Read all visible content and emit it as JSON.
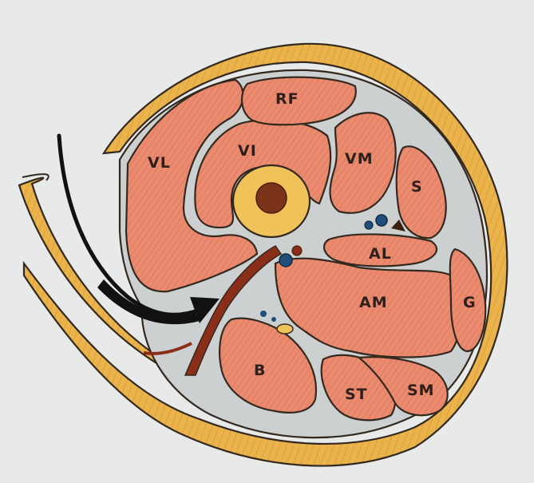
{
  "colors": {
    "background": "#e8e9e9",
    "fat": "#e9b24a",
    "muscle": "#e98a70",
    "fascia": "#cdd0d0",
    "bone_cortex": "#f0c35a",
    "bone_marrow": "#7a3318",
    "artery": "#8a2e1a",
    "vein": "#1f4f7a",
    "outline": "#33291f"
  },
  "labels": {
    "rf": "RF",
    "vl": "VL",
    "vi": "VI",
    "vm": "VM",
    "s": "S",
    "al": "AL",
    "am": "AM",
    "g": "G",
    "b": "B",
    "st": "ST",
    "sm": "SM"
  },
  "icons": {
    "arrow": "curved-arrow-icon"
  }
}
